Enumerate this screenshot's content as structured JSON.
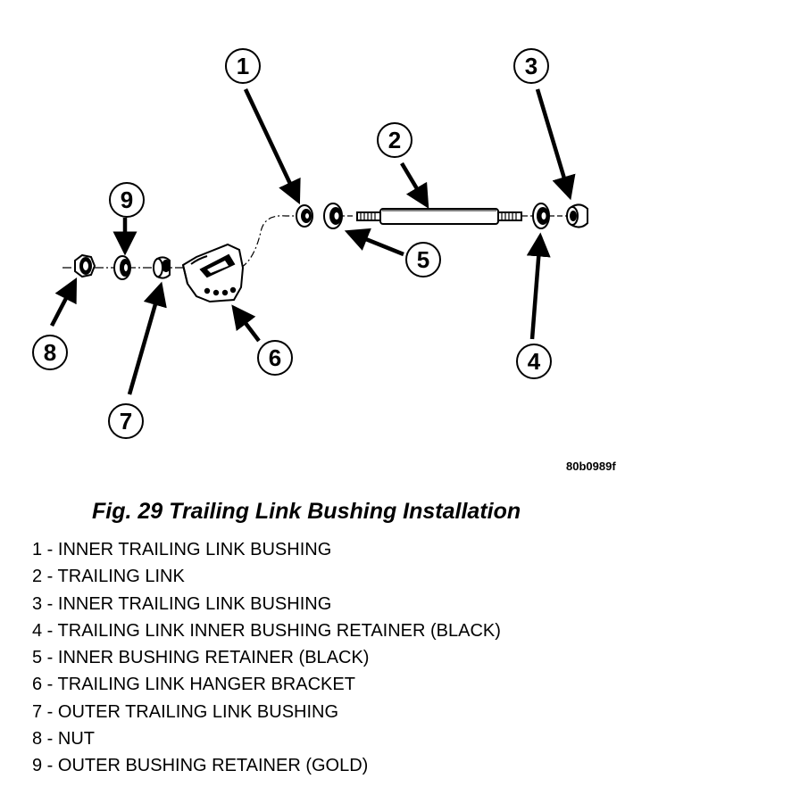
{
  "figure": {
    "id_code": "80b0989f",
    "caption": "Fig. 29 Trailing Link Bushing Installation"
  },
  "callouts": [
    {
      "number": "1"
    },
    {
      "number": "2"
    },
    {
      "number": "3"
    },
    {
      "number": "4"
    },
    {
      "number": "5"
    },
    {
      "number": "6"
    },
    {
      "number": "7"
    },
    {
      "number": "8"
    },
    {
      "number": "9"
    }
  ],
  "legend": [
    {
      "text": "1 - INNER TRAILING LINK BUSHING"
    },
    {
      "text": "2 - TRAILING LINK"
    },
    {
      "text": "3 - INNER TRAILING LINK BUSHING"
    },
    {
      "text": "4 - TRAILING LINK INNER BUSHING RETAINER (BLACK)"
    },
    {
      "text": "5 - INNER BUSHING RETAINER (BLACK)"
    },
    {
      "text": "6 - TRAILING LINK HANGER BRACKET"
    },
    {
      "text": "7 - OUTER TRAILING LINK BUSHING"
    },
    {
      "text": "8 - NUT"
    },
    {
      "text": "9 - OUTER BUSHING RETAINER (GOLD)"
    }
  ]
}
